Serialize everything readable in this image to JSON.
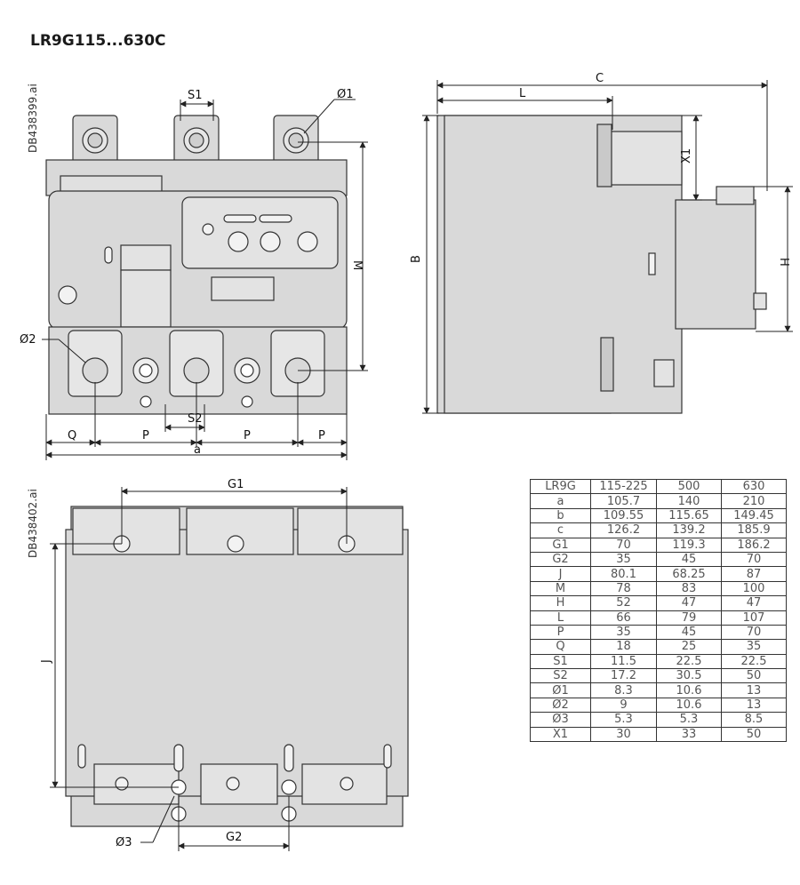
{
  "title": "LR9G115...630C",
  "drawing_refs": {
    "top": "DB438399.ai",
    "bottom": "DB438402.ai"
  },
  "dim_labels": {
    "s1": "S1",
    "phi1": "Ø1",
    "m": "M",
    "phi2": "Ø2",
    "s2": "S2",
    "q": "Q",
    "p": "P",
    "a": "a",
    "c": "C",
    "l": "L",
    "x1": "X1",
    "b": "B",
    "h": "H",
    "g1": "G1",
    "j": "J",
    "g2": "G2",
    "phi3": "Ø3"
  },
  "table": {
    "headers": [
      "LR9G",
      "115-225",
      "500",
      "630"
    ],
    "rows": [
      [
        "a",
        "105.7",
        "140",
        "210"
      ],
      [
        "b",
        "109.55",
        "115.65",
        "149.45"
      ],
      [
        "c",
        "126.2",
        "139.2",
        "185.9"
      ],
      [
        "G1",
        "70",
        "119.3",
        "186.2"
      ],
      [
        "G2",
        "35",
        "45",
        "70"
      ],
      [
        "J",
        "80.1",
        "68.25",
        "87"
      ],
      [
        "M",
        "78",
        "83",
        "100"
      ],
      [
        "H",
        "52",
        "47",
        "47"
      ],
      [
        "L",
        "66",
        "79",
        "107"
      ],
      [
        "P",
        "35",
        "45",
        "70"
      ],
      [
        "Q",
        "18",
        "25",
        "35"
      ],
      [
        "S1",
        "11.5",
        "22.5",
        "22.5"
      ],
      [
        "S2",
        "17.2",
        "30.5",
        "50"
      ],
      [
        "Ø1",
        "8.3",
        "10.6",
        "13"
      ],
      [
        "Ø2",
        "9",
        "10.6",
        "13"
      ],
      [
        "Ø3",
        "5.3",
        "5.3",
        "8.5"
      ],
      [
        "X1",
        "30",
        "33",
        "50"
      ]
    ]
  },
  "colors": {
    "body_fill": "#d9d9d9",
    "outline": "#333333"
  }
}
